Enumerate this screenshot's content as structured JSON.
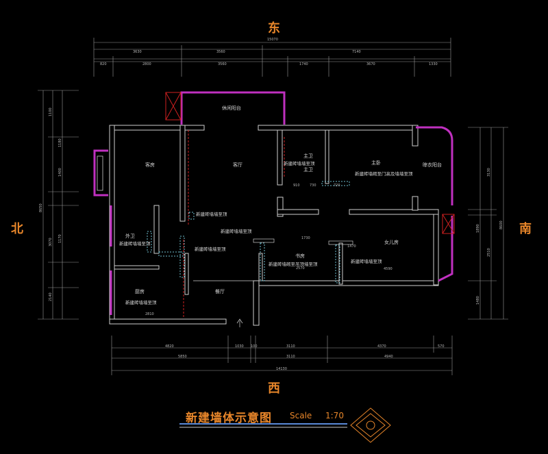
{
  "directions": {
    "east": "东",
    "west": "西",
    "north": "北",
    "south": "南"
  },
  "title": {
    "main": "新建墙体示意图",
    "scale_label": "Scale",
    "scale_value": "1:70"
  },
  "rooms": {
    "leisure_balcony": "休闲阳台",
    "guest_room": "客房",
    "living_room": "客厅",
    "master_bath": "主卫",
    "master_bath_2": "主卫",
    "master_bedroom": "主卧",
    "drying_balcony": "晾衣阳台",
    "outer_bath": "外卫",
    "kitchen": "厨房",
    "dining_room": "餐厅",
    "study": "书房",
    "daughter_room": "女儿房"
  },
  "annotations": {
    "a1": "新建砖墙墙至顶",
    "a2": "新建砖墙砌至门高及墙墙至顶",
    "a3": "新建砖墙墙至顶",
    "a4": "新建砖墙墙至顶",
    "a5": "新建砖墙墙至顶",
    "a6": "新建砖墙墙至顶",
    "a7": "新建砖墙墙至顶",
    "a8": "新建砖墙墙至顶",
    "a9": "新建砖墙砌至吊顶墙至顶"
  },
  "dimensions": {
    "top_total": "15070",
    "top_row1": [
      "3630",
      "3560",
      "7140"
    ],
    "top_row2": [
      "820",
      "2800",
      "3560",
      "1740",
      "3670",
      "1330"
    ],
    "bottom_row1": [
      "4820",
      "1030",
      "100",
      "3110",
      "4370",
      "570"
    ],
    "bottom_row2": [
      "5850",
      "3110",
      "4940"
    ],
    "bottom_total": "14130",
    "left_total": "8650",
    "left_group": [
      "1100",
      "1180",
      "1400",
      "3070",
      "1170",
      "2140"
    ],
    "right_group": [
      "3130",
      "1890",
      "2510",
      "1480"
    ],
    "right_total": "8600",
    "interior": [
      "910",
      "730",
      "720",
      "1730",
      "1470",
      "2570",
      "4590",
      "2810"
    ]
  }
}
